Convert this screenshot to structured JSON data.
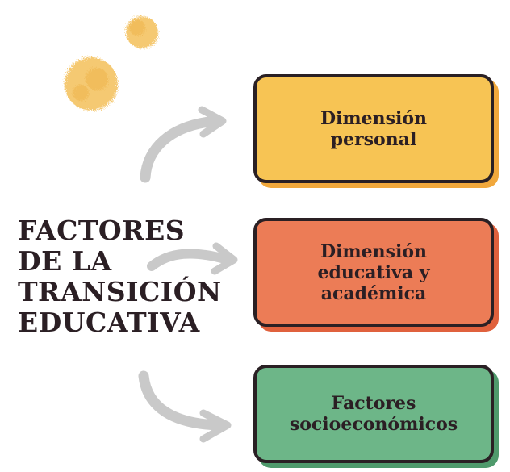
{
  "title": {
    "lines": [
      "FACTORES",
      "DE LA",
      "TRANSICIÓN",
      "EDUCATIVA"
    ]
  },
  "cards": [
    {
      "lines": [
        "Dimensión",
        "personal"
      ],
      "color": "#f7c454",
      "shadow": "#f1a83c"
    },
    {
      "lines": [
        "Dimensión",
        "educativa y",
        "académica"
      ],
      "color": "#ec7c56",
      "shadow": "#e0613d"
    },
    {
      "lines": [
        "Factores",
        "socioeconómicos"
      ],
      "color": "#6db688",
      "shadow": "#4f9a6c"
    }
  ],
  "colors": {
    "text": "#2b1f24",
    "arrow": "#c9c9c9",
    "paint": "#f4c05a"
  }
}
